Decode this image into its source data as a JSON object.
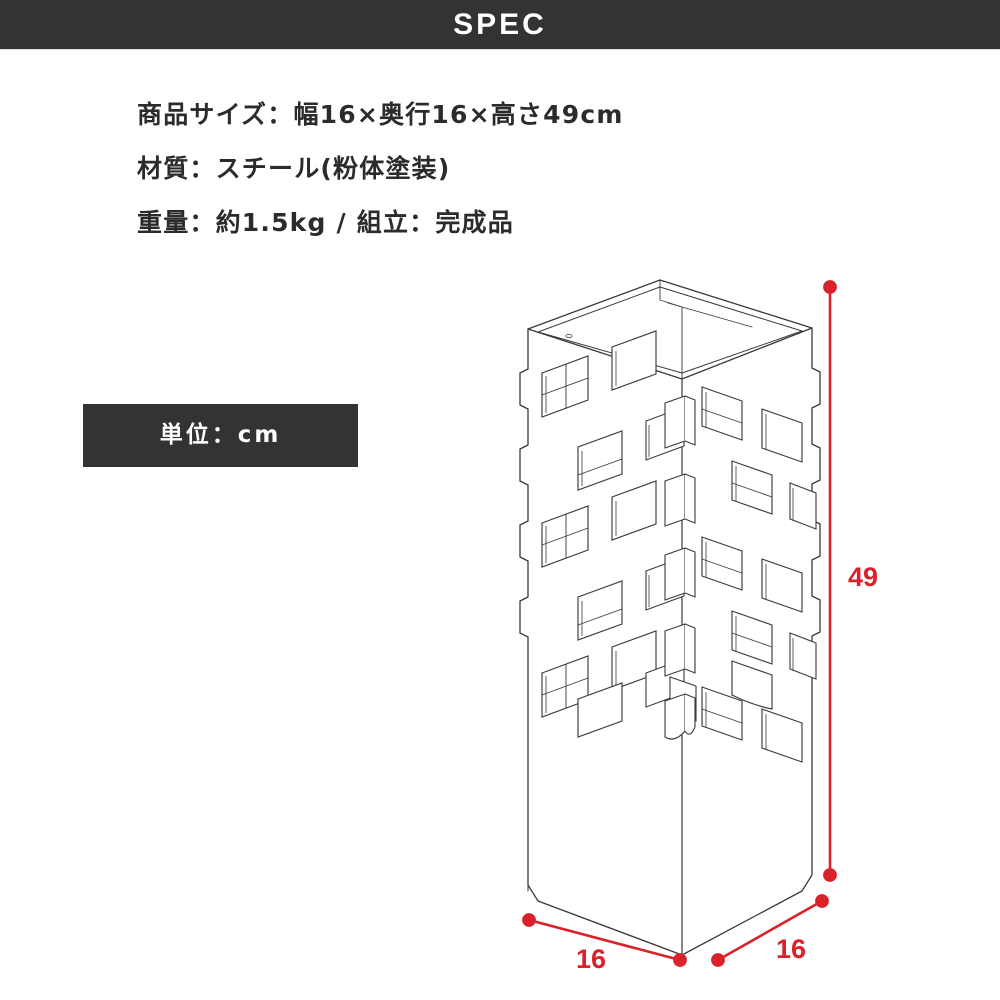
{
  "header": {
    "title": "SPEC"
  },
  "spec": {
    "lines": [
      "商品サイズ：幅16×奥行16×高さ49cm",
      "材質：スチール(粉体塗装)",
      "重量：約1.5kg / 組立：完成品"
    ]
  },
  "unit_badge": {
    "label": "単位：cm"
  },
  "illustration": {
    "product_name": "perforated-square-umbrella-stand",
    "line_color": "#3a3a3a",
    "dimension_color": "#d9222a",
    "dimensions": {
      "height_label": "49",
      "width_label": "16",
      "depth_label": "16"
    }
  },
  "colors": {
    "header_background": "#333333",
    "header_text": "#ffffff",
    "body_text": "#2b2b2b",
    "accent_red": "#d9222a",
    "page_background": "#ffffff"
  }
}
